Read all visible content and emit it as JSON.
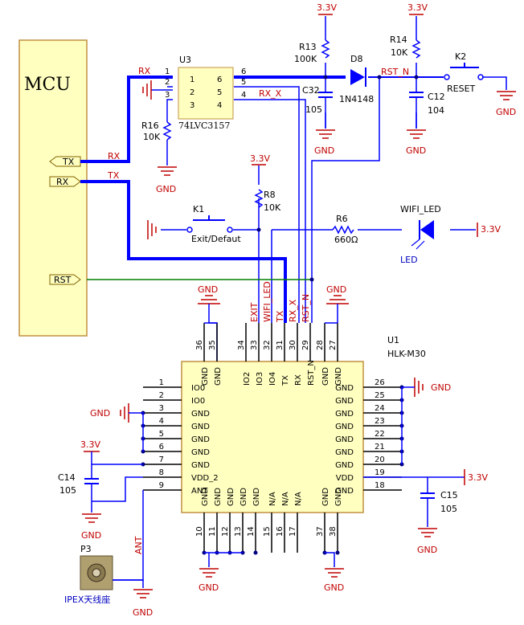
{
  "mcu": {
    "label": "MCU",
    "tx": "TX",
    "rx": "RX",
    "rst": "RST"
  },
  "wire_labels": {
    "rx_top": "RX",
    "rx_mcu": "RX",
    "tx_mcu": "TX",
    "rx_x": "RX_X",
    "rst_n": "RST_N"
  },
  "u3": {
    "ref": "U3",
    "part": "74LVC3157",
    "pins": [
      "1",
      "2",
      "3",
      "4",
      "5",
      "6"
    ]
  },
  "r16": {
    "ref": "R16",
    "value": "10K"
  },
  "r13": {
    "ref": "R13",
    "value": "100K"
  },
  "r14": {
    "ref": "R14",
    "value": "10K"
  },
  "r8": {
    "ref": "R8",
    "value": "10K"
  },
  "r6": {
    "ref": "R6",
    "value": "660Ω"
  },
  "c32": {
    "ref": "C32",
    "value": "105"
  },
  "c12": {
    "ref": "C12",
    "value": "104"
  },
  "c14": {
    "ref": "C14",
    "value": "105"
  },
  "c15": {
    "ref": "C15",
    "value": "105"
  },
  "d8": {
    "ref": "D8",
    "part": "1N4148"
  },
  "k1": {
    "ref": "K1",
    "label": "Exit/Defaut"
  },
  "k2": {
    "ref": "K2",
    "label": "RESET"
  },
  "led": {
    "net": "WIFI_LED",
    "label": "LED"
  },
  "power": {
    "v33": "3.3V",
    "gnd": "GND"
  },
  "u1": {
    "ref": "U1",
    "part": "HLK-M30",
    "left_pins": [
      {
        "num": "1",
        "name": "IO0"
      },
      {
        "num": "2",
        "name": "IO0"
      },
      {
        "num": "3",
        "name": "GND"
      },
      {
        "num": "4",
        "name": "GND"
      },
      {
        "num": "5",
        "name": "GND"
      },
      {
        "num": "6",
        "name": "GND"
      },
      {
        "num": "7",
        "name": "GND"
      },
      {
        "num": "8",
        "name": "VDD_2"
      },
      {
        "num": "9",
        "name": "GND"
      }
    ],
    "left_last": "ANT",
    "right_pins": [
      {
        "num": "26",
        "name": "GND"
      },
      {
        "num": "25",
        "name": "GND"
      },
      {
        "num": "24",
        "name": "GND"
      },
      {
        "num": "23",
        "name": "GND"
      },
      {
        "num": "22",
        "name": "GND"
      },
      {
        "num": "21",
        "name": "GND"
      },
      {
        "num": "20",
        "name": "GND"
      },
      {
        "num": "19",
        "name": "VDD"
      },
      {
        "num": "18",
        "name": "GND"
      }
    ],
    "top_pins": [
      {
        "num": "36",
        "name": "GND"
      },
      {
        "num": "35",
        "name": "GND"
      },
      {
        "num": "34",
        "name": "IO2"
      },
      {
        "num": "33",
        "name": "IO3"
      },
      {
        "num": "32",
        "name": "IO4"
      },
      {
        "num": "31",
        "name": "TX"
      },
      {
        "num": "30",
        "name": "RX"
      },
      {
        "num": "29",
        "name": "RST_N"
      },
      {
        "num": "28",
        "name": "GND"
      },
      {
        "num": "27",
        "name": "GND"
      }
    ],
    "bottom_pins": [
      {
        "num": "10",
        "name": "GND"
      },
      {
        "num": "11",
        "name": "GND"
      },
      {
        "num": "12",
        "name": "GND"
      },
      {
        "num": "13",
        "name": "GND"
      },
      {
        "num": "14",
        "name": "GND"
      },
      {
        "num": "15",
        "name": "N/A"
      },
      {
        "num": "16",
        "name": "N/A"
      },
      {
        "num": "17",
        "name": "N/A"
      },
      {
        "num": "37",
        "name": "GND"
      },
      {
        "num": "38",
        "name": "GND"
      }
    ],
    "net_labels": [
      "EXIT",
      "WIFI_LED",
      "TX",
      "RX_X",
      "RST_N"
    ]
  },
  "p3": {
    "ref": "P3",
    "label": "IPEX天线座",
    "net": "ANT"
  }
}
